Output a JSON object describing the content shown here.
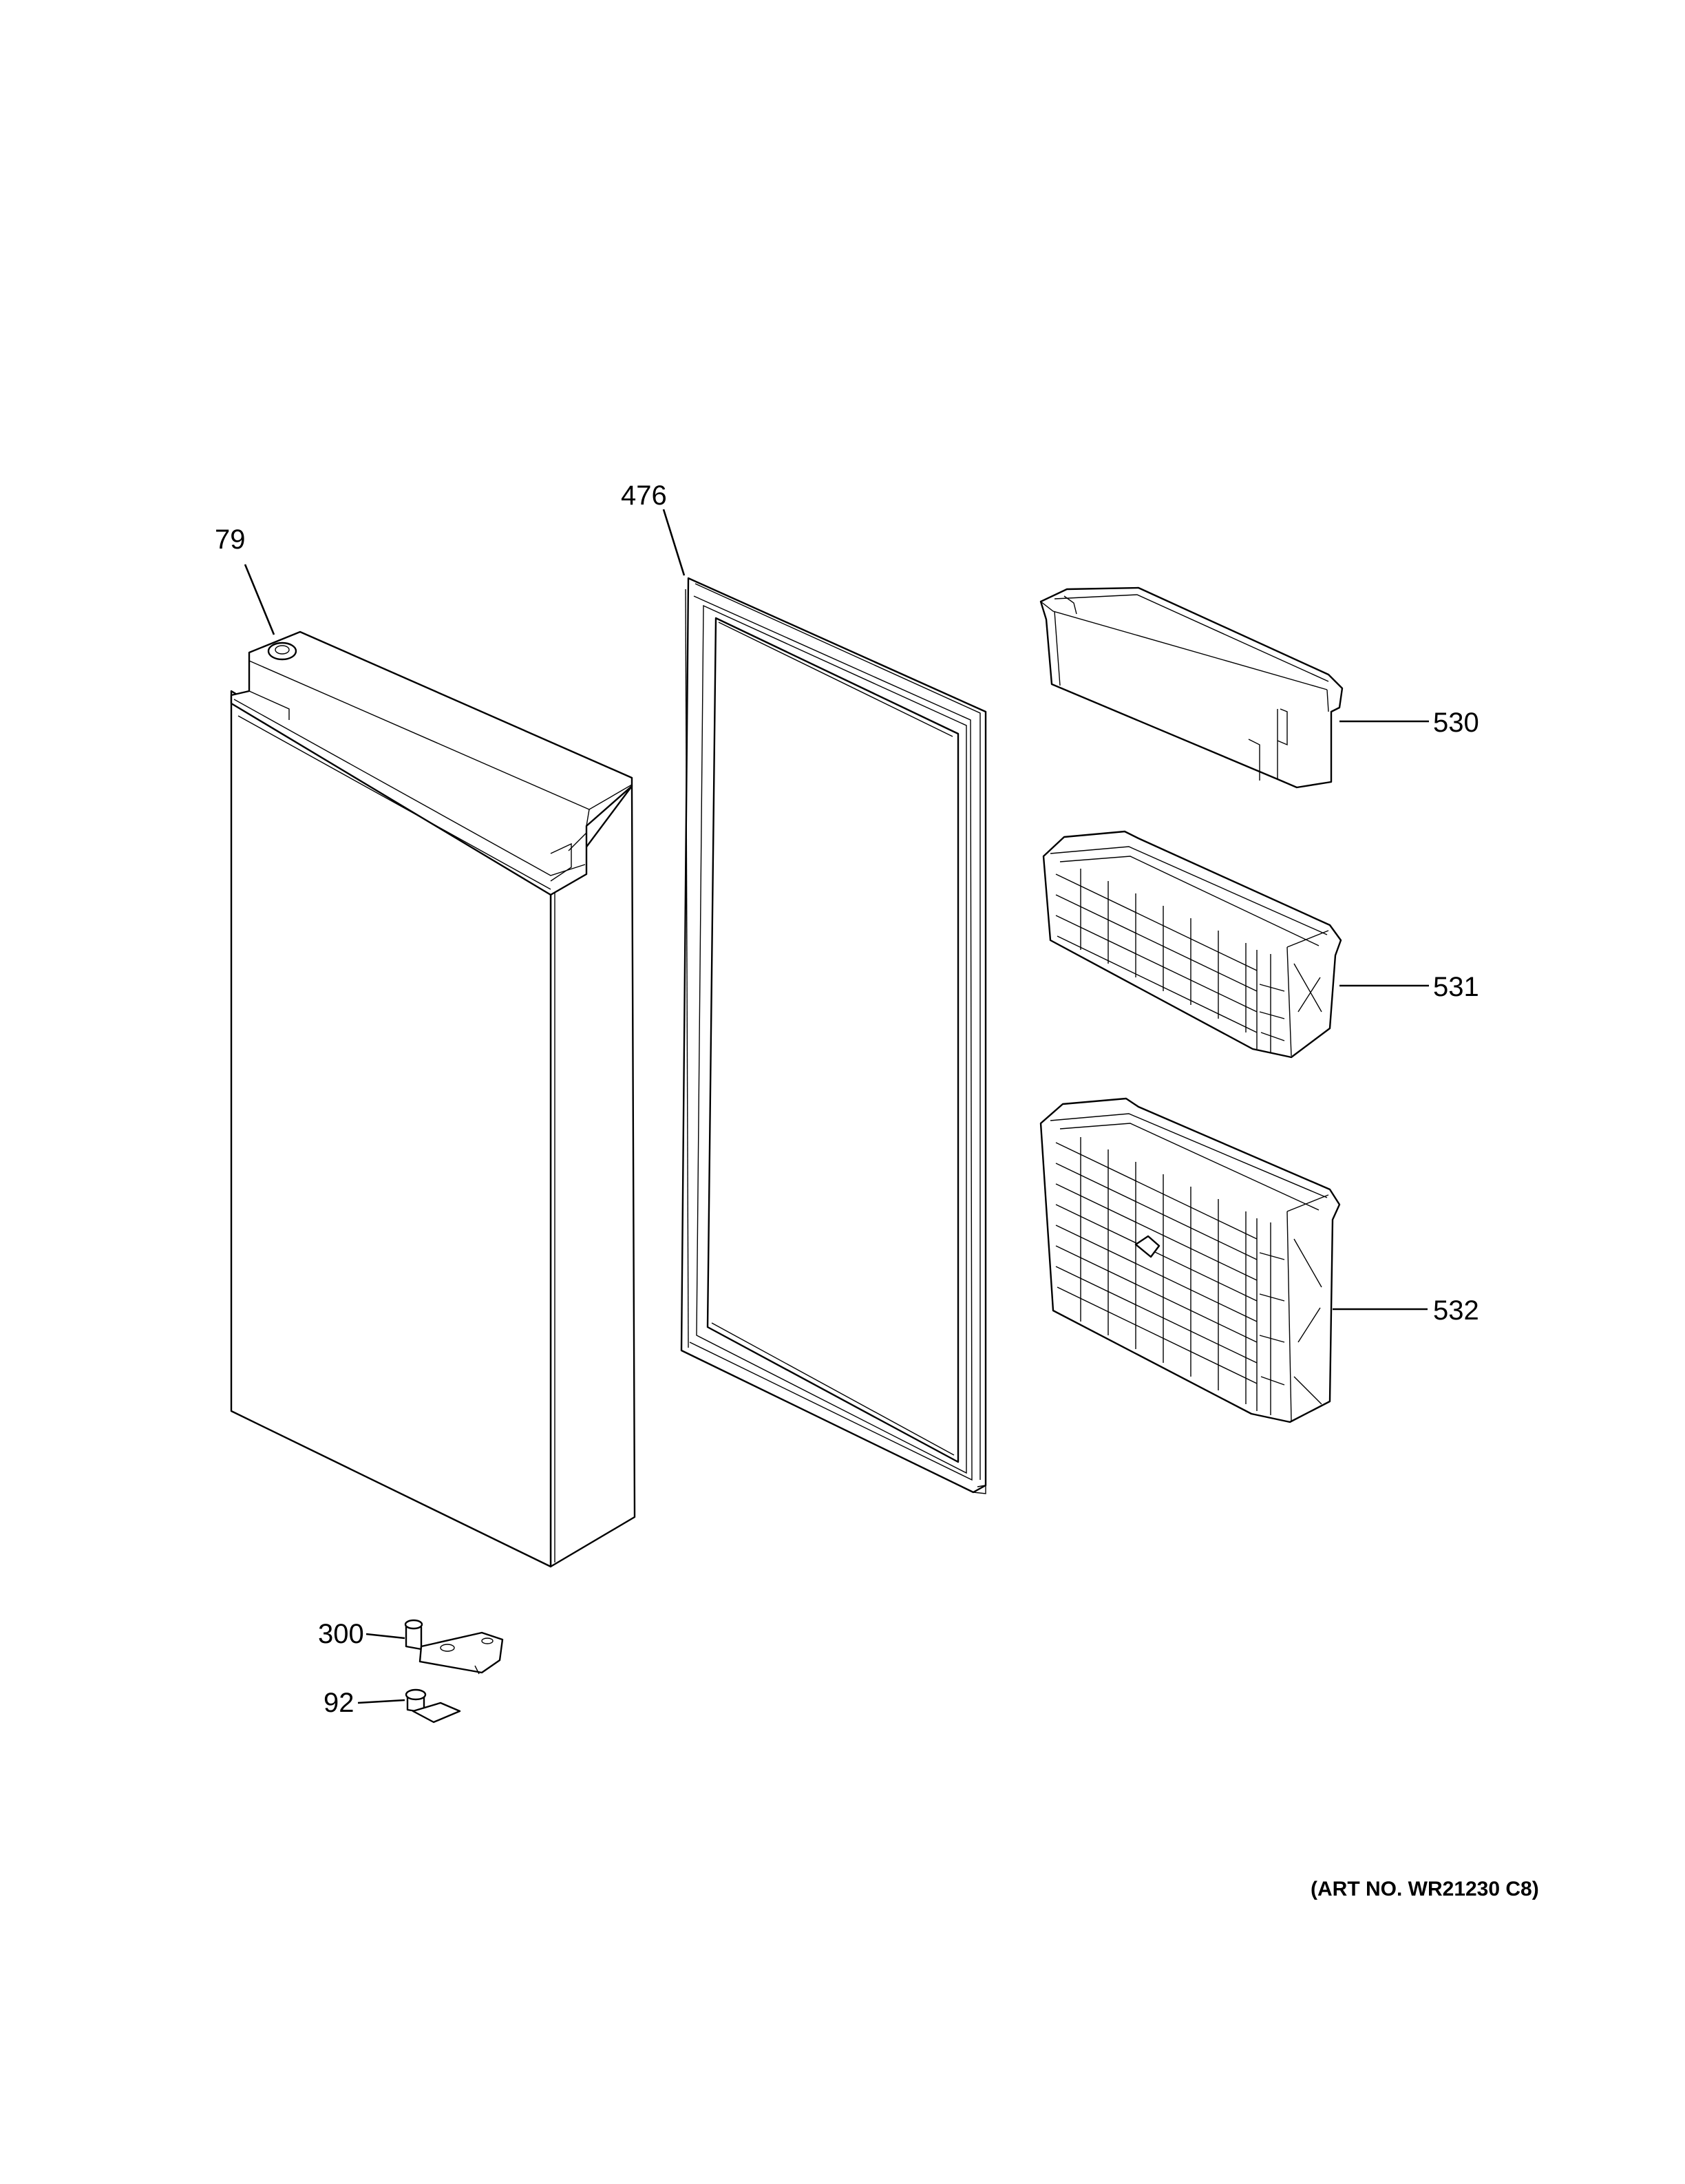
{
  "callouts": {
    "door": "79",
    "gasket": "476",
    "bin_top": "530",
    "bin_middle": "531",
    "bin_bottom": "532",
    "hinge_top": "300",
    "hinge_bottom": "92"
  },
  "art_number": "(ART NO. WR21230 C8)",
  "colors": {
    "line": "#000000",
    "background": "#ffffff"
  }
}
